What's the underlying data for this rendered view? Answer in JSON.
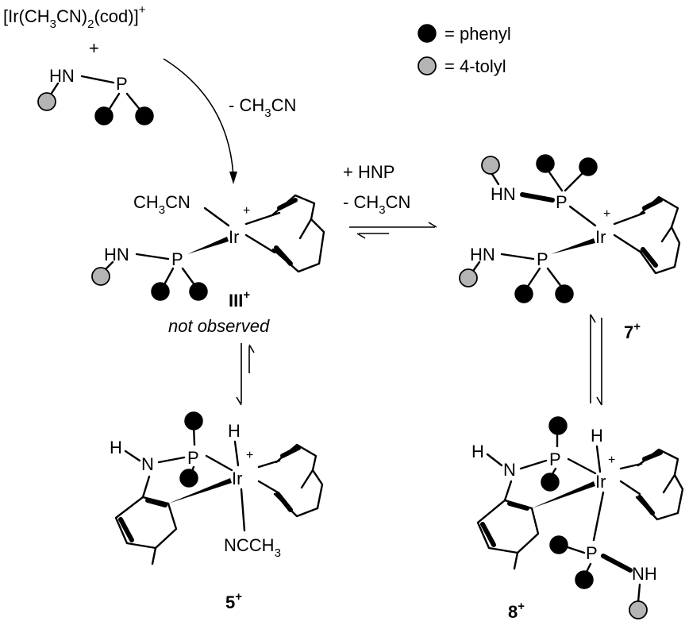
{
  "legend": {
    "phenyl_label": "= phenyl",
    "tolyl_label": "= 4-tolyl",
    "phenyl_color": "#000000",
    "tolyl_color": "#b4b4b4"
  },
  "start": {
    "complex_main": "[Ir(CH",
    "sub_3": "3",
    "complex_mid": "CN)",
    "sub_2": "2",
    "complex_end": "(cod)]",
    "charge": "+",
    "plus": "+",
    "hn": "HN",
    "p": "P"
  },
  "arrow1": {
    "label_main": "- CH",
    "label_sub": "3",
    "label_end": "CN"
  },
  "compound_III": {
    "ch3cn_main": "CH",
    "ch3cn_sub": "3",
    "ch3cn_end": "CN",
    "ir": "Ir",
    "charge": "+",
    "hn": "HN",
    "p": "P",
    "id": "III",
    "id_charge": "+",
    "note": "not observed"
  },
  "equilibrium1": {
    "label1": "+ HNP",
    "label2_main": "- CH",
    "label2_sub": "3",
    "label2_end": "CN"
  },
  "compound_7": {
    "hn_top": "HN",
    "p_top": "P",
    "ir": "Ir",
    "charge": "+",
    "hn_bottom": "HN",
    "p_bottom": "P",
    "id": "7",
    "id_charge": "+"
  },
  "compound_5": {
    "h_amine": "H",
    "n": "N",
    "p": "P",
    "h_hydride": "H",
    "ir": "Ir",
    "charge": "+",
    "ncch3_main": "NCCH",
    "ncch3_sub": "3",
    "id": "5",
    "id_charge": "+"
  },
  "compound_8": {
    "h_amine": "H",
    "n": "N",
    "p": "P",
    "h_hydride": "H",
    "ir": "Ir",
    "charge": "+",
    "p_lower": "P",
    "nh": "NH",
    "id": "8",
    "id_charge": "+"
  }
}
